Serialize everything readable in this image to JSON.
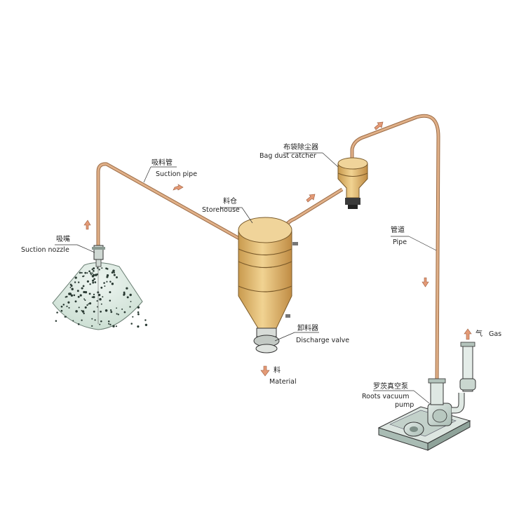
{
  "labels": {
    "suction_nozzle": {
      "cn": "吸嘴",
      "en": "Suction nozzle"
    },
    "suction_pipe": {
      "cn": "吸料管",
      "en": "Suction pipe"
    },
    "storehouse": {
      "cn": "料仓",
      "en": "Storehouse"
    },
    "bag_dust_catcher": {
      "cn": "布袋除尘器",
      "en": "Bag dust catcher"
    },
    "pipe": {
      "cn": "管道",
      "en": "Pipe"
    },
    "discharge_valve": {
      "cn": "卸料器",
      "en": "Discharge valve"
    },
    "material": {
      "cn": "料",
      "en": "Material"
    },
    "gas": {
      "cn": "气",
      "en": "Gas"
    },
    "roots_pump": {
      "cn": "罗茨真空泵",
      "en_line1": "Roots vacuum",
      "en_line2": "pump"
    }
  },
  "colors": {
    "vessel": "#e6c07a",
    "vessel_shade": "#c99a4e",
    "pipe": "#d9a57a",
    "arrow": "#e49a76",
    "machine": "#c8d6d0"
  }
}
